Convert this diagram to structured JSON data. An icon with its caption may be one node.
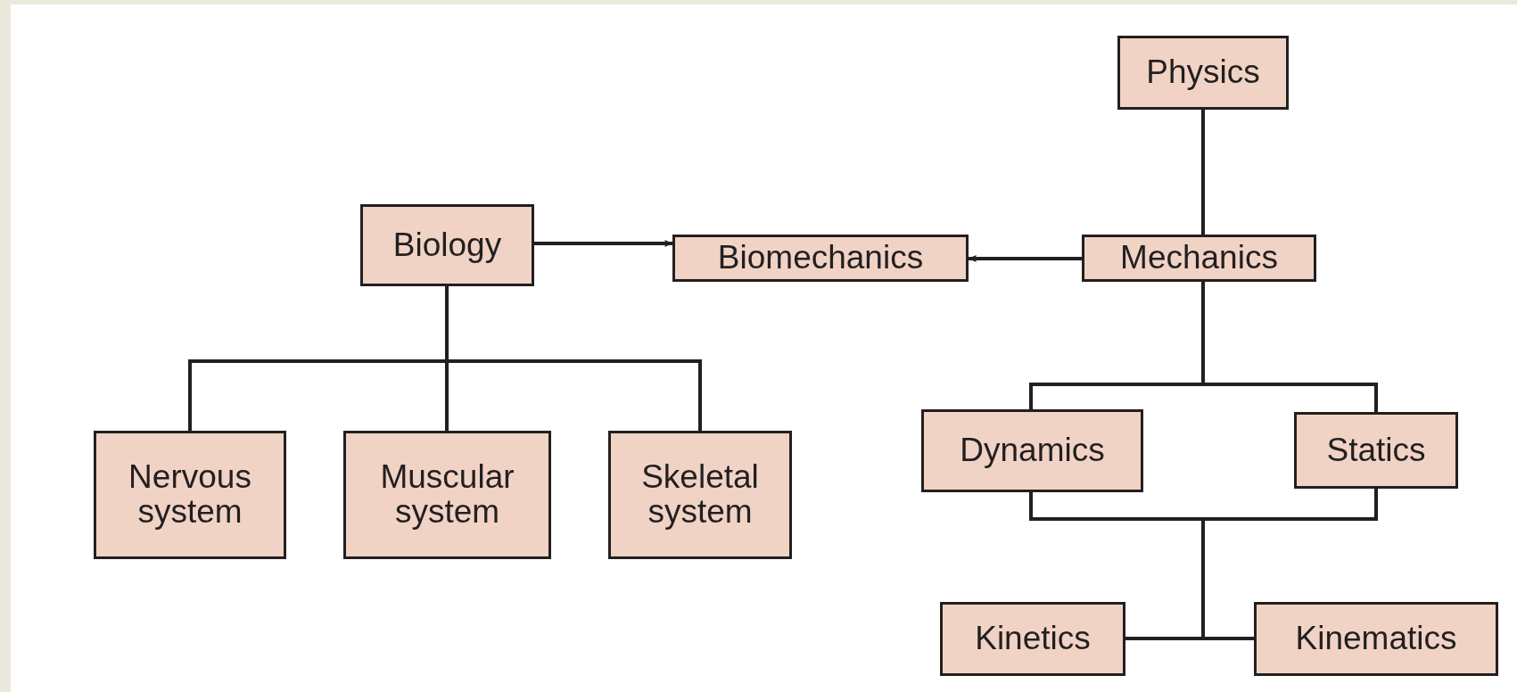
{
  "diagram": {
    "nodes": [
      {
        "text": [
          "Physics"
        ]
      },
      {
        "text": [
          "Biology"
        ]
      },
      {
        "text": [
          "Biomechanics"
        ]
      },
      {
        "text": [
          "Mechanics"
        ]
      },
      {
        "text": [
          "Dynamics"
        ]
      },
      {
        "text": [
          "Statics"
        ]
      },
      {
        "text": [
          "Nervous system"
        ]
      },
      {
        "text": [
          "Muscular system"
        ]
      },
      {
        "text": [
          "Skeletal system"
        ]
      },
      {
        "text": [
          "Kinetics"
        ]
      },
      {
        "text": [
          "Kinematics"
        ]
      }
    ],
    "edges": [
      {
        "from": 0,
        "to": 3,
        "arrow": "none"
      },
      {
        "from": 1,
        "to": 2,
        "arrow": "to"
      },
      {
        "from": 3,
        "to": 2,
        "arrow": "to"
      },
      {
        "from": 1,
        "to": 6,
        "arrow": "none"
      },
      {
        "from": 1,
        "to": 7,
        "arrow": "none"
      },
      {
        "from": 1,
        "to": 8,
        "arrow": "none"
      },
      {
        "from": 3,
        "to": 4,
        "arrow": "none"
      },
      {
        "from": 3,
        "to": 5,
        "arrow": "none"
      },
      {
        "from": 4,
        "to": 9,
        "arrow": "none"
      },
      {
        "from": 4,
        "to": 10,
        "arrow": "none"
      },
      {
        "from": 5,
        "to": 9,
        "arrow": "none"
      },
      {
        "from": 5,
        "to": 10,
        "arrow": "none"
      }
    ]
  }
}
